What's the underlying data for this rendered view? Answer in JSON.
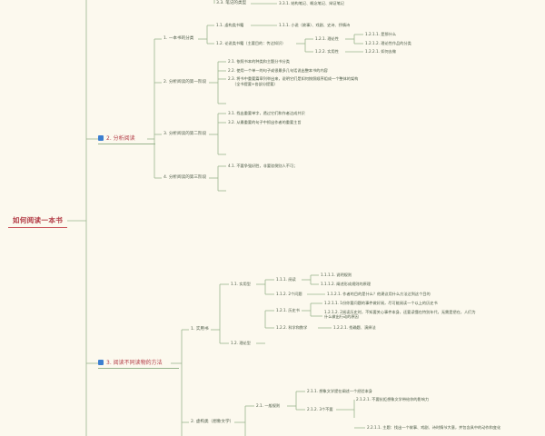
{
  "root": {
    "title": "如何阅读一本书"
  },
  "top_stub": {
    "parent": "3.3. 笔记的类型",
    "child": "3.3.1. 结构笔记、概念笔记、辩证笔记"
  },
  "section2": {
    "title": "2. 分析阅读",
    "icon": "blue-square-icon",
    "stage1": {
      "title": "1. 一本书的分类",
      "g1": {
        "title": "1.1. 虚构类书籍",
        "child": "1.1.1. 小说（故事）、戏剧、史诗、抒情诗"
      },
      "g2": {
        "title": "1.2. 论说类书籍（主要目的：传达知识）",
        "a": {
          "title": "1.2.1. 理论性",
          "items": [
            "1.2.1.1. 是那什么",
            "1.2.1.2. 理论性作品的分类"
          ]
        },
        "b": {
          "title": "1.2.2. 实用性",
          "child": "1.2.2.1. 如何去做"
        }
      }
    },
    "stage2": {
      "title": "2. 分析阅读的第一阶段",
      "items": [
        "2.1. 依照书本的种类和主题分书分类",
        "2.2. 使用一个单一的句子或很最多几句话说出整本书的内容",
        "2.3. 将书中重要篇章列举出来，说明它们是如何按照顺序组成一个整体的架构",
        "（全书提要+各部分提要）"
      ]
    },
    "stage3": {
      "title": "3. 分析阅读的第二阶段",
      "items": [
        "3.1. 找出重要单字，透过它们和作者达成共识",
        "3.2. 从最重要的句子中抓出作者的重要主旨"
      ]
    },
    "stage4": {
      "title": "4. 分析阅读的第三阶段",
      "items": [
        "4.1. 不要争强好胜，非要驳倒别人不可；"
      ]
    }
  },
  "section3": {
    "title": "3. 阅读不同读物的方法",
    "icon": "blue-square-icon",
    "practical": {
      "title": "1. 实用书",
      "s1": {
        "title": "1.1. 实用型",
        "a": {
          "title": "1.1.1. 阅读",
          "items": [
            "1.1.1.1. 说明规则",
            "1.1.1.2. 阐述形成规则的原理"
          ]
        },
        "b": {
          "title": "1.1.2. 2个问题",
          "child": "1.1.2.1. 作者的目的是什么？他建议用什么方法达到这个目的"
        }
      },
      "s2": {
        "title": "1.2. 理论型",
        "a": {
          "title": "1.2.1. 历史书",
          "items": [
            "1.2.1.1. 1份你要问题的事件做好阅，尽可能阅读一个以上的历史书",
            "1.2.1.2. 2阅读历史时，不知要关心事件本身，还要读懂在特别年代，无需是把在，人们为什么做出行动的原因"
          ]
        },
        "b": {
          "title": "1.2.2. 科学和数学",
          "child": "1.2.2.1. 找确题、演绎法"
        }
      }
    },
    "imaginative": {
      "title": "2. 虚构类（想象文学）",
      "general": {
        "title": "2.1. 一般规则",
        "a": "2.1.1. 想象文学提在阐述一个经验本身",
        "b": {
          "title": "2.1.2. 3个不要",
          "child": "2.1.2.1. 不要抗拒想象文学带给你的影响力"
        }
      },
      "bottom": "2.2.1.1. 主题：找出一个故事、戏剧、诗时情节大意，并包含具中的动作和变化"
    }
  }
}
